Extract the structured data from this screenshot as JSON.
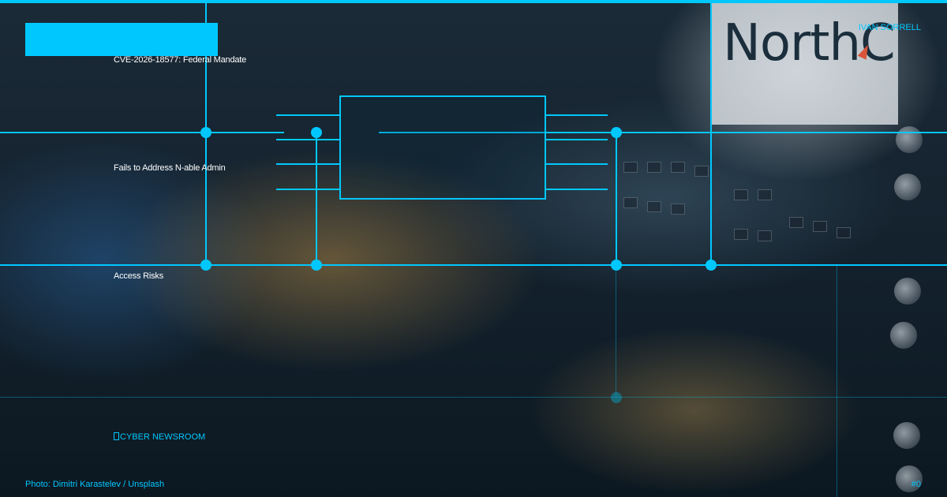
{
  "headline": {
    "line1": "CVE-2026-18577: Federal Mandate",
    "line2": "Fails to Address N-able Admin",
    "line3": "Access Risks"
  },
  "author": "IVAN SORRELL",
  "section": "CYBER NEWSROOM",
  "section_icon": "newsroom-glyph-icon",
  "photo_credit": "Photo: Dimitri Karastelev / Unsplash",
  "page_number": "#0",
  "background_logo_text": "NorthC",
  "colors": {
    "accent": "#00c8ff",
    "headline_text": "#ffffff",
    "background_dark": "#0b1722"
  }
}
